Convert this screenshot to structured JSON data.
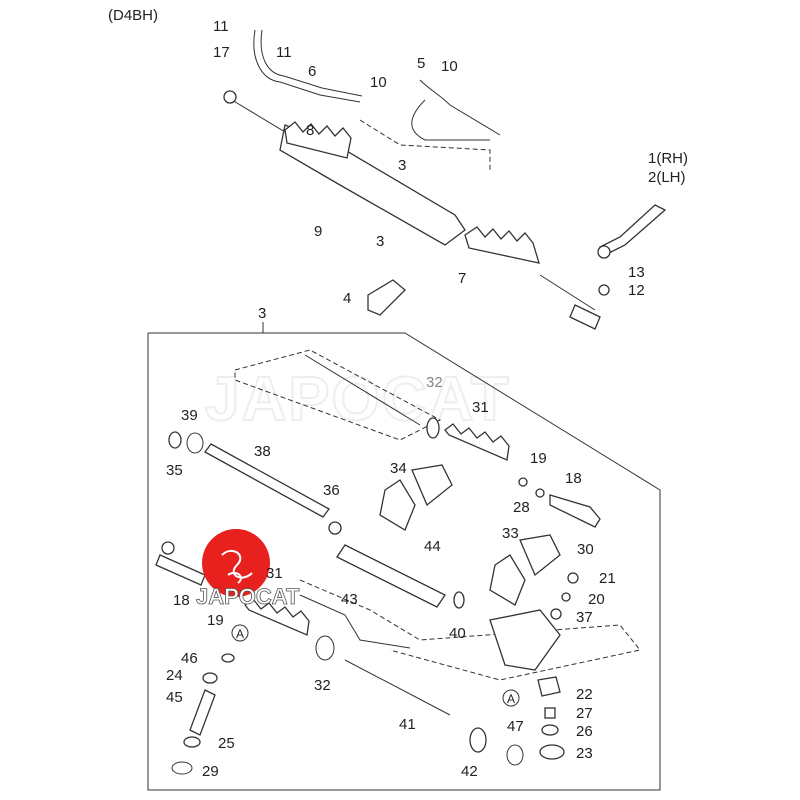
{
  "diagram": {
    "engine_code": "(D4BH)",
    "watermark": "JAPOCAT",
    "logo_text": "JAPOCAT",
    "colors": {
      "logo_red": "#e8201e",
      "line": "#333333"
    },
    "upper_labels": [
      "11",
      "17",
      "11",
      "6",
      "10",
      "5",
      "10",
      "8",
      "3",
      "3",
      "9",
      "1(RH)",
      "2(LH)",
      "13",
      "12",
      "7",
      "4"
    ],
    "assembly_label": "3",
    "lower_labels": [
      "32",
      "31",
      "39",
      "35",
      "38",
      "36",
      "34",
      "44",
      "19",
      "28",
      "18",
      "33",
      "30",
      "21",
      "20",
      "37",
      "18",
      "19",
      "31",
      "43",
      "40",
      "A",
      "46",
      "24",
      "45",
      "25",
      "29",
      "32",
      "41",
      "42",
      "47",
      "A",
      "22",
      "27",
      "26",
      "23"
    ]
  }
}
